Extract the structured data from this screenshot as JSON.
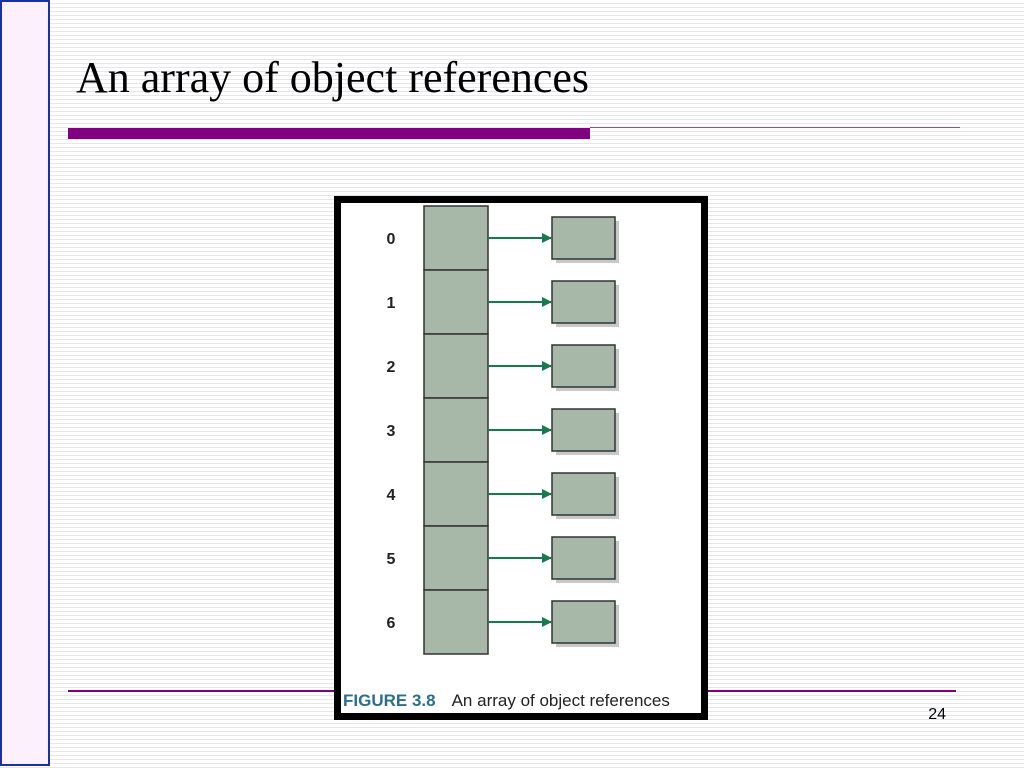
{
  "slide": {
    "title": "An array of object references",
    "page_number": "24"
  },
  "figure": {
    "label": "FIGURE 3.8",
    "caption": "An array of object references",
    "indices": [
      "0",
      "1",
      "2",
      "3",
      "4",
      "5",
      "6"
    ],
    "colors": {
      "cell_fill": "#a8b8a8",
      "object_fill": "#a8b8a8",
      "arrow": "#157a4e",
      "shadow": "#c8c8c8"
    }
  },
  "colors": {
    "accent": "#800080",
    "left_bar_border": "#1c2fa5",
    "left_bar_fill": "#fbf0fb"
  }
}
